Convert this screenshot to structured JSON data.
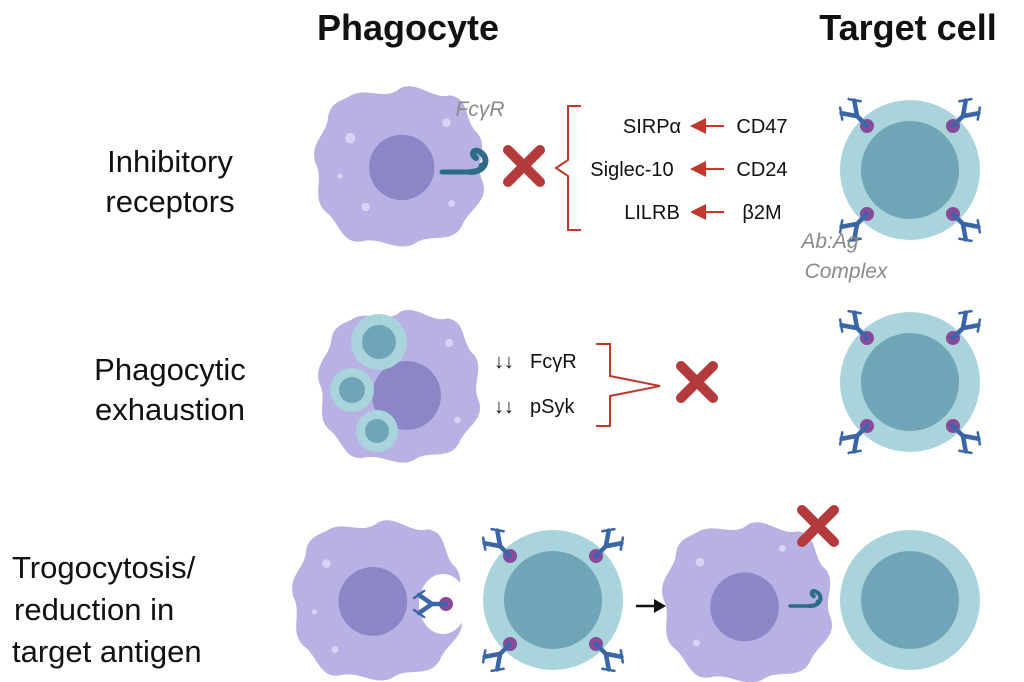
{
  "headers": {
    "phagocyte": "Phagocyte",
    "target": "Target cell"
  },
  "rows": {
    "inhibitory": {
      "line1": "Inhibitory",
      "line2": "receptors"
    },
    "exhaustion": {
      "line1": "Phagocytic",
      "line2": "exhaustion"
    },
    "trogocytosis": {
      "line1": "Trogocytosis/",
      "line2": "reduction in",
      "line3": "target antigen"
    }
  },
  "receptor_label": "FcγR",
  "pairs": [
    {
      "receptor": "SIRPα",
      "ligand": "CD47"
    },
    {
      "receptor": "Siglec-10",
      "ligand": "CD24"
    },
    {
      "receptor": "LILRB",
      "ligand": "β2M"
    }
  ],
  "complex_label": {
    "line1": "Ab:Ag",
    "line2": "Complex"
  },
  "exhaustion_items": [
    {
      "arrows": "↓↓",
      "label": "FcγR"
    },
    {
      "arrows": "↓↓",
      "label": "pSyk"
    }
  ],
  "colors": {
    "phagocyte_fill": "#b7b1e4",
    "phagocyte_nucleus": "#8c86c6",
    "target_outer": "#a9d4dc",
    "target_nucleus": "#6fa5b6",
    "inhibit_x": "#b33b3b",
    "bracket": "#c0392b",
    "antibody": "#3a66a8",
    "antigen": "#8a4a9c"
  }
}
